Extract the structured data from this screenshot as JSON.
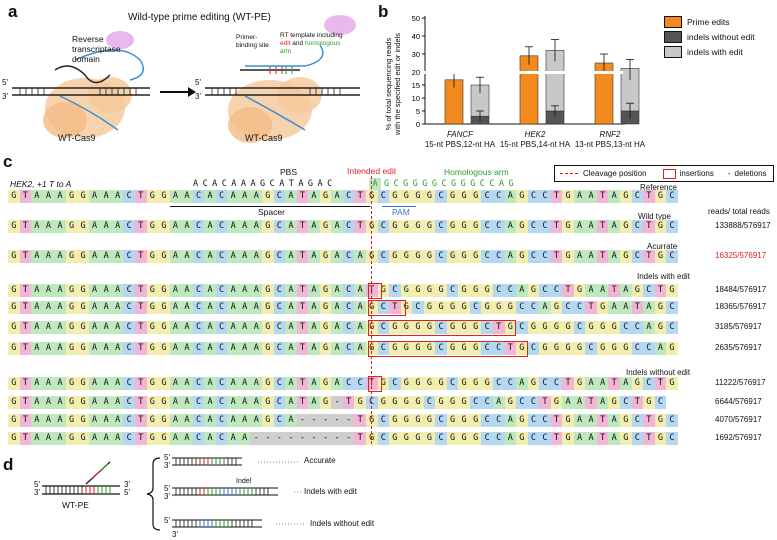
{
  "panel_a": {
    "letter": "a",
    "title": "Wild-type prime editing (WT-PE)",
    "rt_domain": "Reverse transcriptase domain",
    "primer_site": "Primer-binding site",
    "rt_template_pre": "RT template including",
    "rt_template_edit": "edit",
    "rt_template_and": "and",
    "rt_template_homologous": "homologous",
    "rt_template_arm": "arm",
    "cas9_left": "WT-Cas9",
    "cas9_right": "WT-Cas9",
    "five": "5'",
    "three": "3'"
  },
  "panel_b": {
    "letter": "b",
    "legend": [
      {
        "label": "Prime edits",
        "color": "#f28a1e"
      },
      {
        "label": "indels without edit",
        "color": "#555555"
      },
      {
        "label": "indels with edit",
        "color": "#c8c8c8"
      }
    ],
    "y_label_1": "% of total sequencing reads",
    "y_label_2": "with the specified edit or indels",
    "y_ticks": [
      "0",
      "5",
      "10",
      "15",
      "20",
      "30",
      "40",
      "50"
    ],
    "groups": [
      {
        "gene": "FANCF",
        "sub": "15-nt PBS,12-nt HA"
      },
      {
        "gene": "HEK2",
        "sub": "15-nt PBS,14-nt HA"
      },
      {
        "gene": "RNF2",
        "sub": "13-nt PBS,13-nt HA"
      }
    ]
  },
  "chart_data": {
    "type": "bar",
    "categories": [
      "FANCF",
      "HEK2",
      "RNF2"
    ],
    "series": [
      {
        "name": "Prime edits",
        "values": [
          17,
          29,
          25
        ]
      },
      {
        "name": "indels without edit",
        "values": [
          3,
          5,
          5
        ]
      },
      {
        "name": "indels with edit",
        "values": [
          12,
          27,
          17
        ]
      }
    ],
    "errors": {
      "Prime edits": [
        3,
        5,
        5
      ],
      "indels with edit": [
        3,
        6,
        5
      ],
      "indels without edit": [
        2,
        2,
        3
      ]
    },
    "ylabel": "% of total sequencing reads with the specified edit or indels",
    "ylim": [
      0,
      50
    ],
    "legend": "top-right",
    "grid": false
  },
  "panel_c": {
    "letter": "c",
    "gene_label": "HEK2, +1 T to A",
    "pbs_label": "PBS",
    "intended_edit": "Intended edit",
    "homologous_arm": "Homologous arm",
    "pbs_seq": "ACACAAAGCATAGAC",
    "edit_nt": "A",
    "ha_seq": "GCGGGGCGGGCCAG",
    "spacer": "Spacer",
    "pam": "PAM",
    "legend_cleavage": "Cleavage position",
    "legend_insertions": "insertions",
    "legend_deletions": "deletions",
    "legend_dash": "-",
    "reads_header": "reads/ total reads",
    "labels": {
      "reference": "Reference",
      "wild_type": "Wild type",
      "accurate": "Acurrate",
      "indels_with_edit": "Indels with edit",
      "indels_without_edit": "Indels without edit"
    },
    "rows": [
      {
        "seq": "GTAAAGGAAACTGGAACACAAAGCATAGACTGCGGGGCGGGCCAGCCTGAATAGCTGC",
        "count": ""
      },
      {
        "seq": "GTAAAGGAAACTGGAACACAAAGCATAGACTGCGGGGCGGGCCAGCCTGAATAGCTGC",
        "count": "133888/576917"
      },
      {
        "seq": "GTAAAGGAAACTGGAACACAAAGCATAGACAGCGGGGCGGGCCAGCCTGAATAGCTGC",
        "count": "16325/576917"
      },
      {
        "seq": "GTAAAGGAAACTGGAACACAAAGCATAGACATGCGGGGCGGGCCAGCCTGAATAGCTG",
        "count": "18484/576917"
      },
      {
        "seq": "GTAAAGGAAACTGGAACACAAAGCATAGACAGCTGCGGGGCGGGCCAGCCTGAATAGC",
        "count": "18365/576917"
      },
      {
        "seq": "GTAAAGGAAACTGGAACACAAAGCATAGACAGCGGGGCGGGCTGCGGGGCGGGCCAGC",
        "count": "3185/576917"
      },
      {
        "seq": "GTAAAGGAAACTGGAACACAAAGCATAGACAGCGGGGCGGGCCTGCGGGGCGGGCCAG",
        "count": "2635/576917"
      },
      {
        "seq": "GTAAAGGAAACTGGAACACAAAGCATAGACCTGCGGGGCGGGCCAGCCTGAATAGCTG",
        "count": "11222/576917"
      },
      {
        "seq": "GTAAAGGAAACTGGAACACAAAGCATAG-TGCGGGGCGGGCCAGCCTGAATAGCTGC",
        "count": "6644/576917"
      },
      {
        "seq": "GTAAAGGAAACTGGAACACAAAGCA-----TGCGGGGCGGGCCAGCCTGAATAGCTGC",
        "count": "4070/576917"
      },
      {
        "seq": "GTAAAGGAAACTGGAACACAA---------TGCGGGGCGGGCCAGCCTGAATAGCTGC",
        "count": "1692/576917"
      }
    ],
    "accent_count_color": "#e02020"
  },
  "panel_d": {
    "letter": "d",
    "wtpe": "WT-PE",
    "indel": "Indel",
    "accurate": "Accurate",
    "indels_with_edit": "Indels with edit",
    "indels_without_edit": "Indels without edit",
    "five": "5'",
    "three": "3'"
  }
}
